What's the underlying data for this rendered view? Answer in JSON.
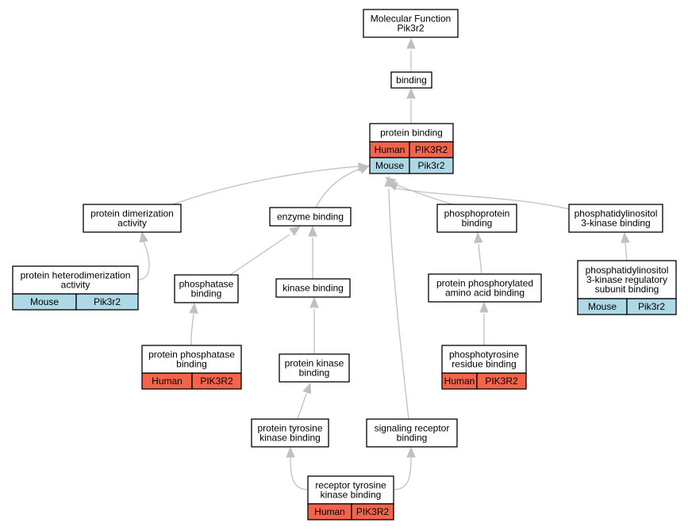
{
  "nodes": {
    "mf": {
      "label": [
        "Molecular Function",
        "Pik3r2"
      ]
    },
    "binding": {
      "label": [
        "binding"
      ]
    },
    "protein_binding": {
      "label": [
        "protein binding"
      ],
      "annotations": [
        {
          "species": "Human",
          "gene": "PIK3R2"
        },
        {
          "species": "Mouse",
          "gene": "Pik3r2"
        }
      ]
    },
    "protein_dimerization": {
      "label": [
        "protein dimerization",
        "activity"
      ]
    },
    "enzyme_binding": {
      "label": [
        "enzyme binding"
      ]
    },
    "phosphoprotein_binding": {
      "label": [
        "phosphoprotein",
        "binding"
      ]
    },
    "pi3k_binding": {
      "label": [
        "phosphatidylinositol",
        "3-kinase binding"
      ]
    },
    "protein_heterodimerization": {
      "label": [
        "protein heterodimerization",
        "activity"
      ],
      "annotations": [
        {
          "species": "Mouse",
          "gene": "Pik3r2"
        }
      ]
    },
    "phosphatase_binding": {
      "label": [
        "phosphatase",
        "binding"
      ]
    },
    "kinase_binding": {
      "label": [
        "kinase binding"
      ]
    },
    "phosphorylated_aa_binding": {
      "label": [
        "protein phosphorylated",
        "amino acid binding"
      ]
    },
    "pi3k_regulatory_binding": {
      "label": [
        "phosphatidylinositol",
        "3-kinase regulatory",
        "subunit binding"
      ],
      "annotations": [
        {
          "species": "Mouse",
          "gene": "Pik3r2"
        }
      ]
    },
    "protein_phosphatase_binding": {
      "label": [
        "protein phosphatase",
        "binding"
      ],
      "annotations": [
        {
          "species": "Human",
          "gene": "PIK3R2"
        }
      ]
    },
    "protein_kinase_binding": {
      "label": [
        "protein kinase",
        "binding"
      ]
    },
    "phosphotyrosine_binding": {
      "label": [
        "phosphotyrosine",
        "residue binding"
      ],
      "annotations": [
        {
          "species": "Human",
          "gene": "PIK3R2"
        }
      ]
    },
    "protein_tyrosine_kinase_binding": {
      "label": [
        "protein tyrosine",
        "kinase binding"
      ]
    },
    "signaling_receptor_binding": {
      "label": [
        "signaling receptor",
        "binding"
      ]
    },
    "rtk_binding": {
      "label": [
        "receptor tyrosine",
        "kinase binding"
      ],
      "annotations": [
        {
          "species": "Human",
          "gene": "PIK3R2"
        }
      ]
    }
  },
  "edges": [
    {
      "from": "binding",
      "to": "mf"
    },
    {
      "from": "protein_binding",
      "to": "binding"
    },
    {
      "from": "protein_dimerization",
      "to": "protein_binding"
    },
    {
      "from": "enzyme_binding",
      "to": "protein_binding"
    },
    {
      "from": "phosphoprotein_binding",
      "to": "protein_binding"
    },
    {
      "from": "pi3k_binding",
      "to": "protein_binding"
    },
    {
      "from": "signaling_receptor_binding",
      "to": "protein_binding"
    },
    {
      "from": "protein_heterodimerization",
      "to": "protein_dimerization"
    },
    {
      "from": "phosphatase_binding",
      "to": "enzyme_binding"
    },
    {
      "from": "kinase_binding",
      "to": "enzyme_binding"
    },
    {
      "from": "phosphorylated_aa_binding",
      "to": "phosphoprotein_binding"
    },
    {
      "from": "pi3k_regulatory_binding",
      "to": "pi3k_binding"
    },
    {
      "from": "protein_phosphatase_binding",
      "to": "phosphatase_binding"
    },
    {
      "from": "protein_kinase_binding",
      "to": "kinase_binding"
    },
    {
      "from": "phosphotyrosine_binding",
      "to": "phosphorylated_aa_binding"
    },
    {
      "from": "protein_tyrosine_kinase_binding",
      "to": "protein_kinase_binding"
    },
    {
      "from": "rtk_binding",
      "to": "protein_tyrosine_kinase_binding"
    },
    {
      "from": "rtk_binding",
      "to": "signaling_receptor_binding"
    }
  ]
}
